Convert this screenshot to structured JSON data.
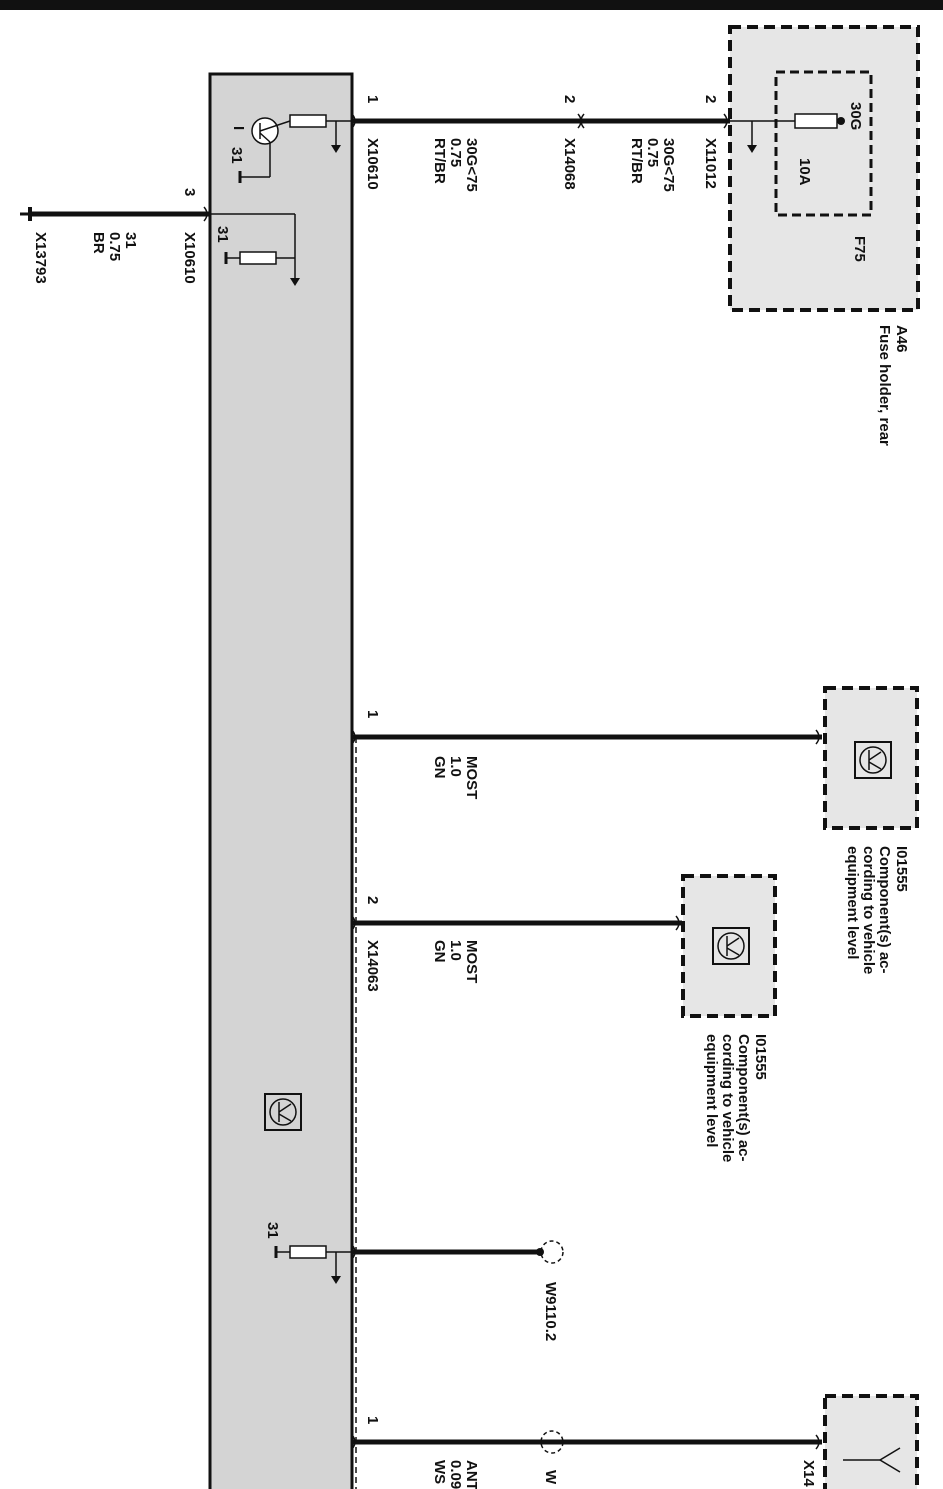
{
  "module": {
    "connectors": {
      "top_a": {
        "pin": "1",
        "id": "X10610"
      },
      "ground": {
        "pin": "3",
        "id": "X10610",
        "ground_label": "31"
      },
      "most_in": {
        "pin": "1",
        "id": ""
      },
      "most_out": {
        "pin": "2",
        "id": "X14063"
      },
      "w_conn": {
        "pin": "",
        "id": ""
      },
      "ant": {
        "pin": "1",
        "id": ""
      }
    },
    "internal_ground_labels": [
      "31",
      "31",
      "31"
    ]
  },
  "wires": {
    "power_a": {
      "line1": "30G<75",
      "line2": "0.75",
      "line3": "RT/BR"
    },
    "power_b": {
      "line1": "30G<75",
      "line2": "0.75",
      "line3": "RT/BR"
    },
    "ground": {
      "line1": "31",
      "line2": "0.75",
      "line3": "BR",
      "end_id": "X13793"
    },
    "most_1": {
      "line1": "MOST",
      "line2": "1.0",
      "line3": "GN"
    },
    "most_2": {
      "line1": "MOST",
      "line2": "1.0",
      "line3": "GN"
    },
    "ant": {
      "line1": "ANT",
      "line2": "0.09",
      "line3": "WS"
    }
  },
  "mid_connector": {
    "pin": "2",
    "id": "X14068"
  },
  "fuse_holder": {
    "id": "A46",
    "name": "Fuse holder, rear",
    "connector_pin": "2",
    "connector_id": "X11012",
    "fuse_id": "F75",
    "fuse_rating": "10A",
    "fuse_terminal": "30G"
  },
  "component_1": {
    "id": "I01555",
    "line1": "Component(s) ac-",
    "line2": "cording to vehicle",
    "line3": "equipment level"
  },
  "component_2": {
    "id": "I01555",
    "line1": "Component(s) ac-",
    "line2": "cording to vehicle",
    "line3": "equipment level"
  },
  "splice": {
    "id": "W9110.2",
    "partial_id": "W"
  },
  "antenna_connector": {
    "partial_id": "X14"
  },
  "colors": {
    "module_fill": "#d4d4d4",
    "component_fill": "#e6e6e6",
    "line": "#111111",
    "background": "#ffffff"
  },
  "icons": [
    "most-network-icon",
    "ground-icon",
    "transistor-icon",
    "resistor-icon",
    "antenna-icon",
    "fuse-icon"
  ]
}
